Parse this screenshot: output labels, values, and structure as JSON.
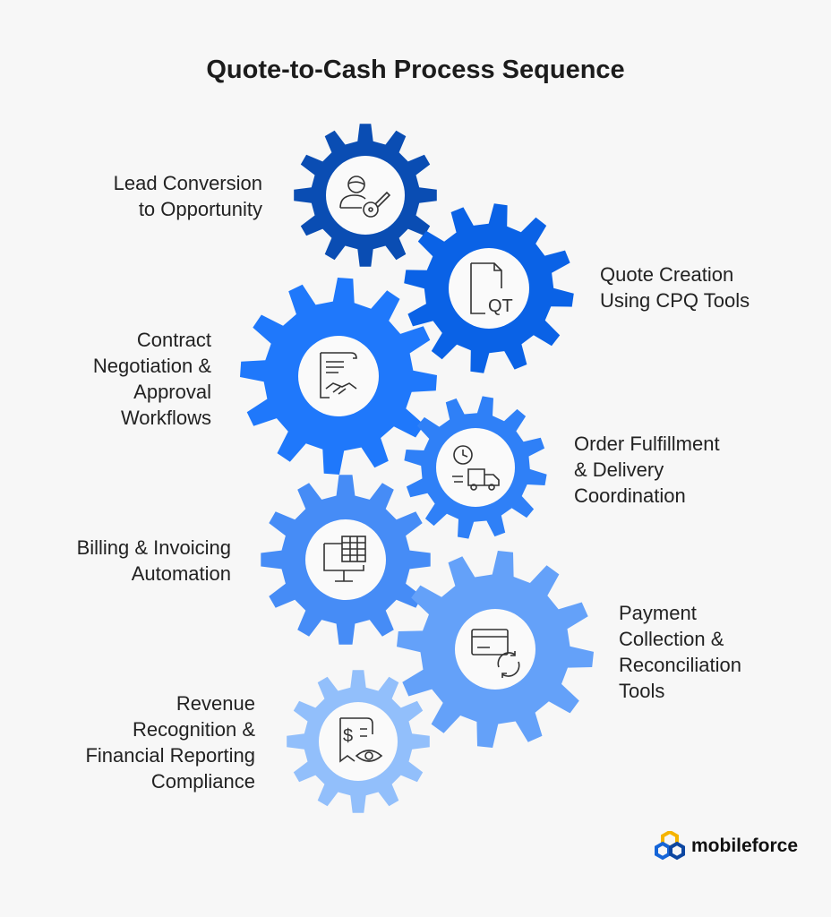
{
  "title": "Quote-to-Cash Process Sequence",
  "steps": [
    {
      "label": "Lead Conversion\nto Opportunity",
      "icon": "user-key-icon",
      "color": "#0a4db3"
    },
    {
      "label": "Quote Creation\nUsing CPQ Tools",
      "icon": "quote-document-icon",
      "color": "#0a62e6"
    },
    {
      "label": "Contract\nNegotiation &\nApproval\nWorkflows",
      "icon": "contract-handshake-icon",
      "color": "#1f78fb"
    },
    {
      "label": "Order Fulfillment\n& Delivery\nCoordination",
      "icon": "delivery-truck-clock-icon",
      "color": "#2f80f7"
    },
    {
      "label": "Billing & Invoicing\nAutomation",
      "icon": "monitor-spreadsheet-icon",
      "color": "#468cf6"
    },
    {
      "label": "Payment\nCollection &\nReconciliation\nTools",
      "icon": "card-refresh-icon",
      "color": "#64a1f9"
    },
    {
      "label": "Revenue\nRecognition &\nFinancial Reporting\nCompliance",
      "icon": "receipt-eye-icon",
      "color": "#92bffb"
    }
  ],
  "icon_text": {
    "quote": "QT",
    "dollar": "$"
  },
  "logo": {
    "text": "mobileforce"
  }
}
